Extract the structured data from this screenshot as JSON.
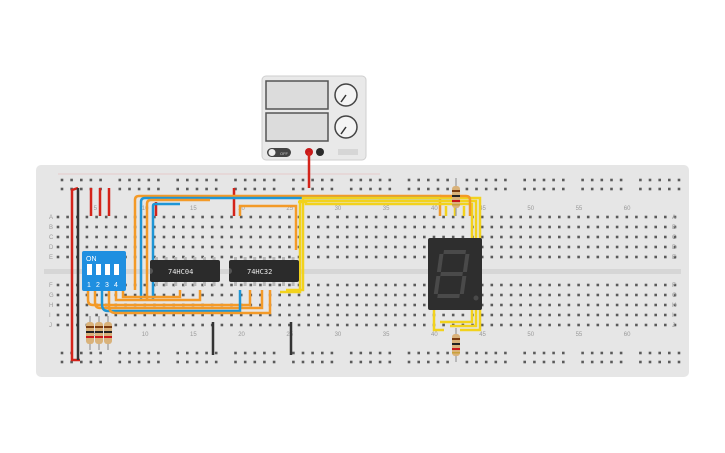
{
  "power_supply": {
    "knob_labels": [
      "",
      ""
    ],
    "panel_text": "",
    "switch_label": "OFF"
  },
  "breadboard": {
    "column_numbers": [
      "5",
      "10",
      "15",
      "20",
      "25",
      "30",
      "35",
      "40",
      "45",
      "50",
      "55",
      "60"
    ],
    "row_letters_top": [
      "A",
      "B",
      "C",
      "D",
      "E"
    ],
    "row_letters_bottom": [
      "F",
      "G",
      "H",
      "I",
      "J"
    ]
  },
  "dip_switch": {
    "on_label": "ON",
    "switch_numbers": [
      "1",
      "2",
      "3",
      "4"
    ]
  },
  "chips": [
    {
      "label": "74HC04"
    },
    {
      "label": "74HC32"
    }
  ],
  "display": {
    "digit": "8"
  },
  "colors": {
    "board": "#e4e4e4",
    "wire_orange": "#f39a28",
    "wire_yellow": "#f2d21c",
    "wire_blue": "#1e96d6",
    "wire_red": "#e0231a",
    "wire_black": "#333333",
    "chip": "#2b2b2b",
    "dip_switch": "#1f8fe0",
    "segment_off": "#4a4a4a"
  }
}
